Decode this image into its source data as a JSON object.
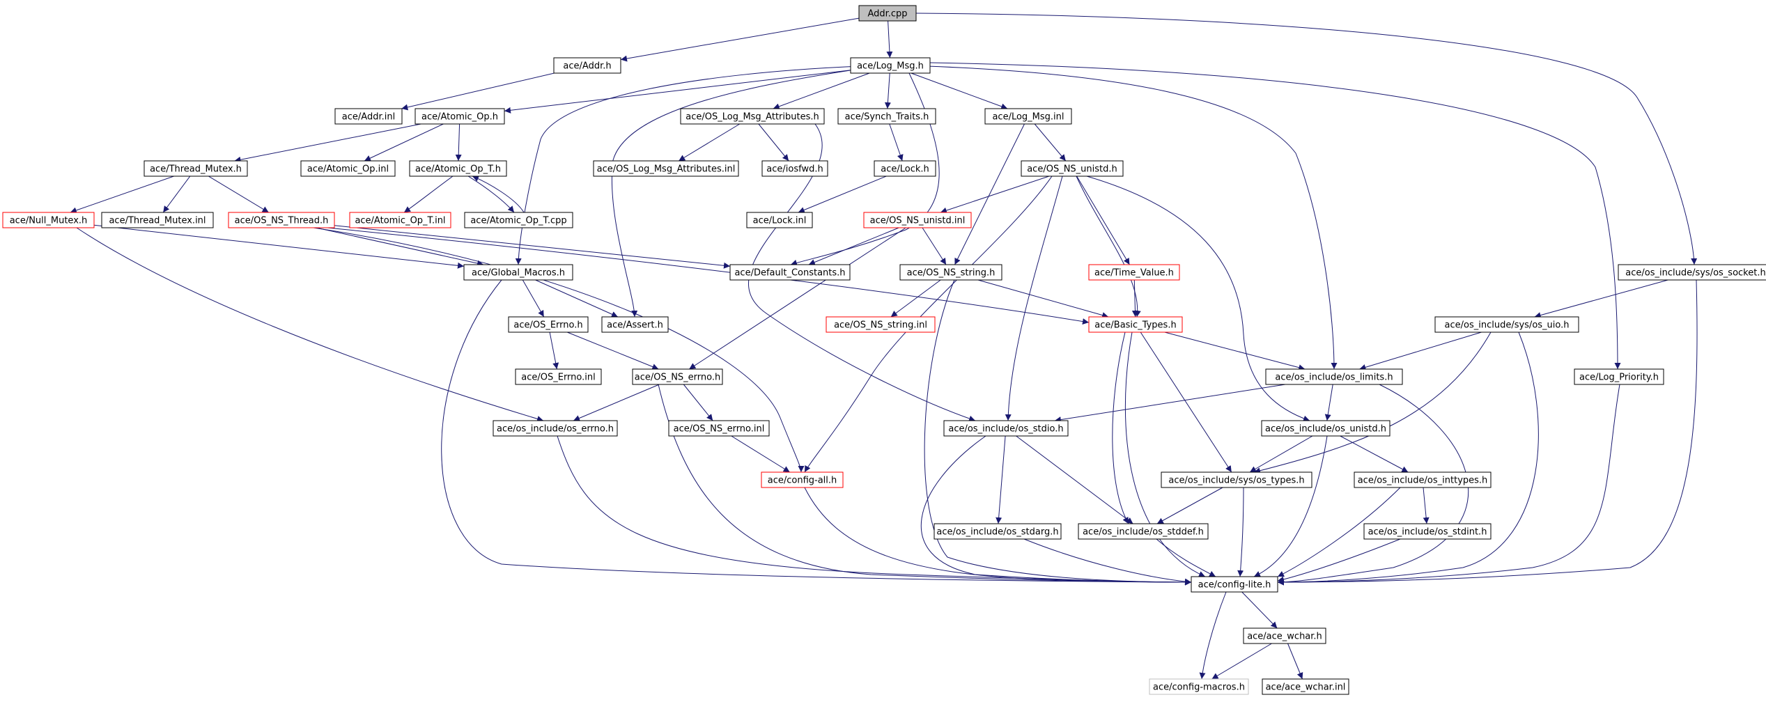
{
  "colors": {
    "edge": "#191970",
    "root_fill": "#bfbfbf",
    "node_border": "#000000",
    "truncated_border": "#ff0000",
    "external_border": "#bfbfbf"
  },
  "nodes": [
    {
      "id": "addr_cpp",
      "label": "Addr.cpp",
      "style": "root"
    },
    {
      "id": "addr_h",
      "label": "ace/Addr.h",
      "style": "normal"
    },
    {
      "id": "log_msg_h",
      "label": "ace/Log_Msg.h",
      "style": "normal"
    },
    {
      "id": "addr_inl",
      "label": "ace/Addr.inl",
      "style": "normal"
    },
    {
      "id": "atomic_op_h",
      "label": "ace/Atomic_Op.h",
      "style": "normal"
    },
    {
      "id": "os_log_msg_attr_h",
      "label": "ace/OS_Log_Msg_Attributes.h",
      "style": "normal"
    },
    {
      "id": "synch_traits_h",
      "label": "ace/Synch_Traits.h",
      "style": "normal"
    },
    {
      "id": "log_msg_inl",
      "label": "ace/Log_Msg.inl",
      "style": "normal"
    },
    {
      "id": "thread_mutex_h",
      "label": "ace/Thread_Mutex.h",
      "style": "normal"
    },
    {
      "id": "atomic_op_inl",
      "label": "ace/Atomic_Op.inl",
      "style": "normal"
    },
    {
      "id": "atomic_op_t_h",
      "label": "ace/Atomic_Op_T.h",
      "style": "normal"
    },
    {
      "id": "os_log_msg_attr_inl",
      "label": "ace/OS_Log_Msg_Attributes.inl",
      "style": "normal"
    },
    {
      "id": "iosfwd_h",
      "label": "ace/iosfwd.h",
      "style": "normal"
    },
    {
      "id": "lock_h",
      "label": "ace/Lock.h",
      "style": "normal"
    },
    {
      "id": "os_ns_unistd_h",
      "label": "ace/OS_NS_unistd.h",
      "style": "normal"
    },
    {
      "id": "null_mutex_h",
      "label": "ace/Null_Mutex.h",
      "style": "truncated"
    },
    {
      "id": "thread_mutex_inl",
      "label": "ace/Thread_Mutex.inl",
      "style": "normal"
    },
    {
      "id": "os_ns_thread_h",
      "label": "ace/OS_NS_Thread.h",
      "style": "truncated"
    },
    {
      "id": "atomic_op_t_inl",
      "label": "ace/Atomic_Op_T.inl",
      "style": "truncated"
    },
    {
      "id": "atomic_op_t_cpp",
      "label": "ace/Atomic_Op_T.cpp",
      "style": "normal"
    },
    {
      "id": "lock_inl",
      "label": "ace/Lock.inl",
      "style": "normal"
    },
    {
      "id": "os_ns_unistd_inl",
      "label": "ace/OS_NS_unistd.inl",
      "style": "truncated"
    },
    {
      "id": "global_macros_h",
      "label": "ace/Global_Macros.h",
      "style": "normal"
    },
    {
      "id": "default_constants_h",
      "label": "ace/Default_Constants.h",
      "style": "normal"
    },
    {
      "id": "os_ns_string_h",
      "label": "ace/OS_NS_string.h",
      "style": "normal"
    },
    {
      "id": "time_value_h",
      "label": "ace/Time_Value.h",
      "style": "truncated"
    },
    {
      "id": "sys_os_socket_h",
      "label": "ace/os_include/sys/os_socket.h",
      "style": "normal"
    },
    {
      "id": "os_errno_h",
      "label": "ace/OS_Errno.h",
      "style": "normal"
    },
    {
      "id": "assert_h",
      "label": "ace/Assert.h",
      "style": "normal"
    },
    {
      "id": "os_ns_string_inl",
      "label": "ace/OS_NS_string.inl",
      "style": "truncated"
    },
    {
      "id": "basic_types_h",
      "label": "ace/Basic_Types.h",
      "style": "truncated"
    },
    {
      "id": "sys_os_uio_h",
      "label": "ace/os_include/sys/os_uio.h",
      "style": "normal"
    },
    {
      "id": "os_errno_inl",
      "label": "ace/OS_Errno.inl",
      "style": "normal"
    },
    {
      "id": "os_ns_errno_h",
      "label": "ace/OS_NS_errno.h",
      "style": "normal"
    },
    {
      "id": "os_limits_h",
      "label": "ace/os_include/os_limits.h",
      "style": "normal"
    },
    {
      "id": "log_priority_h",
      "label": "ace/Log_Priority.h",
      "style": "normal"
    },
    {
      "id": "os_include_os_errno_h",
      "label": "ace/os_include/os_errno.h",
      "style": "normal"
    },
    {
      "id": "os_ns_errno_inl",
      "label": "ace/OS_NS_errno.inl",
      "style": "normal"
    },
    {
      "id": "os_stdio_h",
      "label": "ace/os_include/os_stdio.h",
      "style": "normal"
    },
    {
      "id": "os_unistd_h",
      "label": "ace/os_include/os_unistd.h",
      "style": "normal"
    },
    {
      "id": "config_all_h",
      "label": "ace/config-all.h",
      "style": "truncated"
    },
    {
      "id": "sys_os_types_h",
      "label": "ace/os_include/sys/os_types.h",
      "style": "normal"
    },
    {
      "id": "os_inttypes_h",
      "label": "ace/os_include/os_inttypes.h",
      "style": "normal"
    },
    {
      "id": "os_stdarg_h",
      "label": "ace/os_include/os_stdarg.h",
      "style": "normal"
    },
    {
      "id": "os_stddef_h",
      "label": "ace/os_include/os_stddef.h",
      "style": "normal"
    },
    {
      "id": "os_stdint_h",
      "label": "ace/os_include/os_stdint.h",
      "style": "normal"
    },
    {
      "id": "config_lite_h",
      "label": "ace/config-lite.h",
      "style": "normal"
    },
    {
      "id": "ace_wchar_h",
      "label": "ace/ace_wchar.h",
      "style": "normal"
    },
    {
      "id": "config_macros_h",
      "label": "ace/config-macros.h",
      "style": "external"
    },
    {
      "id": "ace_wchar_inl",
      "label": "ace/ace_wchar.inl",
      "style": "normal"
    }
  ],
  "edges": [
    [
      "addr_cpp",
      "addr_h"
    ],
    [
      "addr_cpp",
      "log_msg_h"
    ],
    [
      "addr_cpp",
      "sys_os_socket_h"
    ],
    [
      "addr_h",
      "addr_inl"
    ],
    [
      "log_msg_h",
      "atomic_op_h"
    ],
    [
      "log_msg_h",
      "os_log_msg_attr_h"
    ],
    [
      "log_msg_h",
      "synch_traits_h"
    ],
    [
      "log_msg_h",
      "log_msg_inl"
    ],
    [
      "log_msg_h",
      "global_macros_h"
    ],
    [
      "log_msg_h",
      "assert_h"
    ],
    [
      "log_msg_h",
      "default_constants_h"
    ],
    [
      "log_msg_h",
      "os_limits_h"
    ],
    [
      "log_msg_h",
      "log_priority_h"
    ],
    [
      "atomic_op_h",
      "thread_mutex_h"
    ],
    [
      "atomic_op_h",
      "atomic_op_inl"
    ],
    [
      "atomic_op_h",
      "atomic_op_t_h"
    ],
    [
      "os_log_msg_attr_h",
      "os_log_msg_attr_inl"
    ],
    [
      "os_log_msg_attr_h",
      "iosfwd_h"
    ],
    [
      "os_log_msg_attr_h",
      "os_stdio_h"
    ],
    [
      "synch_traits_h",
      "lock_h"
    ],
    [
      "log_msg_inl",
      "os_ns_unistd_h"
    ],
    [
      "log_msg_inl",
      "os_ns_string_h"
    ],
    [
      "thread_mutex_h",
      "null_mutex_h"
    ],
    [
      "thread_mutex_h",
      "thread_mutex_inl"
    ],
    [
      "thread_mutex_h",
      "os_ns_thread_h"
    ],
    [
      "atomic_op_t_h",
      "atomic_op_t_inl"
    ],
    [
      "atomic_op_t_h",
      "atomic_op_t_cpp"
    ],
    [
      "atomic_op_t_cpp",
      "atomic_op_t_h"
    ],
    [
      "lock_h",
      "lock_inl"
    ],
    [
      "os_ns_unistd_h",
      "os_ns_unistd_inl"
    ],
    [
      "os_ns_unistd_h",
      "time_value_h"
    ],
    [
      "os_ns_unistd_h",
      "basic_types_h"
    ],
    [
      "os_ns_unistd_h",
      "os_stdio_h"
    ],
    [
      "os_ns_unistd_h",
      "os_unistd_h"
    ],
    [
      "os_ns_unistd_h",
      "config_all_h"
    ],
    [
      "null_mutex_h",
      "global_macros_h"
    ],
    [
      "null_mutex_h",
      "os_include_os_errno_h"
    ],
    [
      "os_ns_thread_h",
      "global_macros_h"
    ],
    [
      "os_ns_thread_h",
      "default_constants_h"
    ],
    [
      "os_ns_thread_h",
      "basic_types_h"
    ],
    [
      "os_ns_thread_h",
      "config_all_h"
    ],
    [
      "os_ns_unistd_inl",
      "default_constants_h"
    ],
    [
      "os_ns_unistd_inl",
      "os_ns_string_h"
    ],
    [
      "os_ns_unistd_inl",
      "os_ns_errno_h"
    ],
    [
      "global_macros_h",
      "os_errno_h"
    ],
    [
      "global_macros_h",
      "assert_h"
    ],
    [
      "global_macros_h",
      "config_lite_h"
    ],
    [
      "os_ns_string_h",
      "os_ns_string_inl"
    ],
    [
      "os_ns_string_h",
      "basic_types_h"
    ],
    [
      "os_ns_string_h",
      "config_lite_h"
    ],
    [
      "time_value_h",
      "basic_types_h"
    ],
    [
      "sys_os_socket_h",
      "sys_os_uio_h"
    ],
    [
      "sys_os_socket_h",
      "config_lite_h"
    ],
    [
      "os_errno_h",
      "os_errno_inl"
    ],
    [
      "os_errno_h",
      "os_ns_errno_h"
    ],
    [
      "basic_types_h",
      "os_limits_h"
    ],
    [
      "basic_types_h",
      "sys_os_types_h"
    ],
    [
      "basic_types_h",
      "os_stddef_h"
    ],
    [
      "basic_types_h",
      "config_lite_h"
    ],
    [
      "sys_os_uio_h",
      "os_limits_h"
    ],
    [
      "sys_os_uio_h",
      "sys_os_types_h"
    ],
    [
      "sys_os_uio_h",
      "config_lite_h"
    ],
    [
      "os_ns_errno_h",
      "os_include_os_errno_h"
    ],
    [
      "os_ns_errno_h",
      "os_ns_errno_inl"
    ],
    [
      "os_ns_errno_h",
      "config_lite_h"
    ],
    [
      "os_limits_h",
      "os_stdio_h"
    ],
    [
      "os_limits_h",
      "os_unistd_h"
    ],
    [
      "os_limits_h",
      "config_lite_h"
    ],
    [
      "log_priority_h",
      "config_lite_h"
    ],
    [
      "os_include_os_errno_h",
      "config_lite_h"
    ],
    [
      "os_ns_errno_inl",
      "config_all_h"
    ],
    [
      "os_stdio_h",
      "os_stdarg_h"
    ],
    [
      "os_stdio_h",
      "os_stddef_h"
    ],
    [
      "os_stdio_h",
      "config_lite_h"
    ],
    [
      "os_unistd_h",
      "sys_os_types_h"
    ],
    [
      "os_unistd_h",
      "os_inttypes_h"
    ],
    [
      "os_unistd_h",
      "config_lite_h"
    ],
    [
      "config_all_h",
      "config_lite_h"
    ],
    [
      "sys_os_types_h",
      "os_stddef_h"
    ],
    [
      "sys_os_types_h",
      "config_lite_h"
    ],
    [
      "os_inttypes_h",
      "os_stdint_h"
    ],
    [
      "os_inttypes_h",
      "config_lite_h"
    ],
    [
      "os_stdarg_h",
      "config_lite_h"
    ],
    [
      "os_stddef_h",
      "config_lite_h"
    ],
    [
      "os_stdint_h",
      "config_lite_h"
    ],
    [
      "config_lite_h",
      "ace_wchar_h"
    ],
    [
      "config_lite_h",
      "config_macros_h"
    ],
    [
      "ace_wchar_h",
      "config_macros_h"
    ],
    [
      "ace_wchar_h",
      "ace_wchar_inl"
    ]
  ]
}
